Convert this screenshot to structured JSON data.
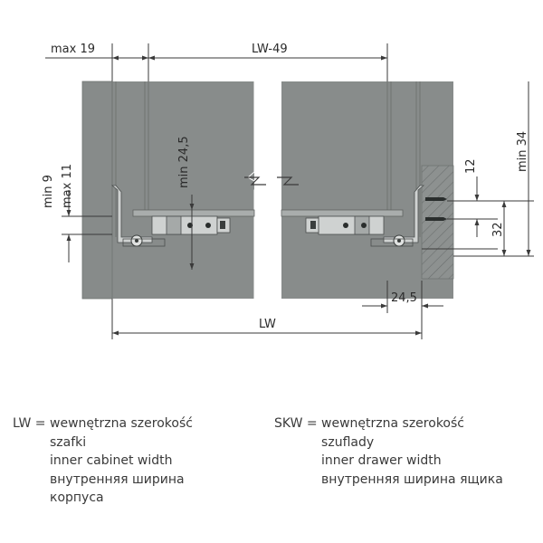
{
  "dimensions": {
    "max19": "max 19",
    "lw49": "LW-49",
    "min24_5": "min 24,5",
    "min9": "min 9",
    "max11": "max 11",
    "d12": "12",
    "min34": "min 34",
    "d32": "32",
    "d24_5": "24,5",
    "lw": "LW"
  },
  "legend": {
    "lw": {
      "key": "LW = ",
      "lines": [
        "wewnętrzna szerokość",
        "szafki",
        "inner cabinet width",
        "внутренняя ширина",
        "корпуса"
      ]
    },
    "skw": {
      "key": "SKW = ",
      "lines": [
        "wewnętrzna szerokość",
        "szuflady",
        "inner drawer width",
        "внутренняя ширина ящика"
      ]
    }
  },
  "colors": {
    "panel": "#888c8b",
    "panel_edge": "#6f7372",
    "dim_line": "#3a3a3a",
    "text": "#3a3a3a"
  }
}
